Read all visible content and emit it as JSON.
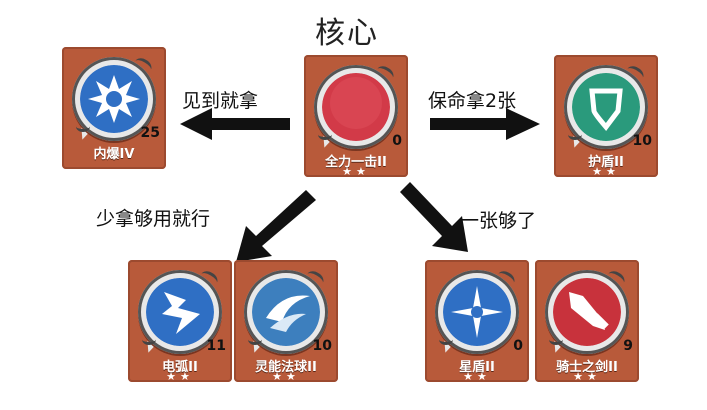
{
  "title": "核心",
  "labels": {
    "left": "见到就拿",
    "right": "保命拿2张",
    "bottom_left": "少拿够用就行",
    "bottom_right": "一张够了"
  },
  "cards": {
    "core": {
      "name": "全力一击II",
      "count": "0",
      "stars": "★★",
      "disc_color": "#d23a48",
      "icon": "none"
    },
    "left": {
      "name": "内爆IV",
      "count": "25",
      "stars": "",
      "disc_color": "#2f6fc4",
      "icon": "implosion-icon"
    },
    "right": {
      "name": "护盾II",
      "count": "10",
      "stars": "★★",
      "disc_color": "#2a9a7c",
      "icon": "shield-icon"
    },
    "arc": {
      "name": "电弧II",
      "count": "11",
      "stars": "★★",
      "disc_color": "#2f6fc4",
      "icon": "lightning-icon"
    },
    "orb": {
      "name": "灵能法球II",
      "count": "10",
      "stars": "★★",
      "disc_color": "#3d7fbe",
      "icon": "orb-icon"
    },
    "starshield": {
      "name": "星盾II",
      "count": "0",
      "stars": "★★",
      "disc_color": "#2f6fc4",
      "icon": "star-shield-icon"
    },
    "sword": {
      "name": "骑士之剑II",
      "count": "9",
      "stars": "★★",
      "disc_color": "#c8323c",
      "icon": "sword-icon"
    }
  }
}
